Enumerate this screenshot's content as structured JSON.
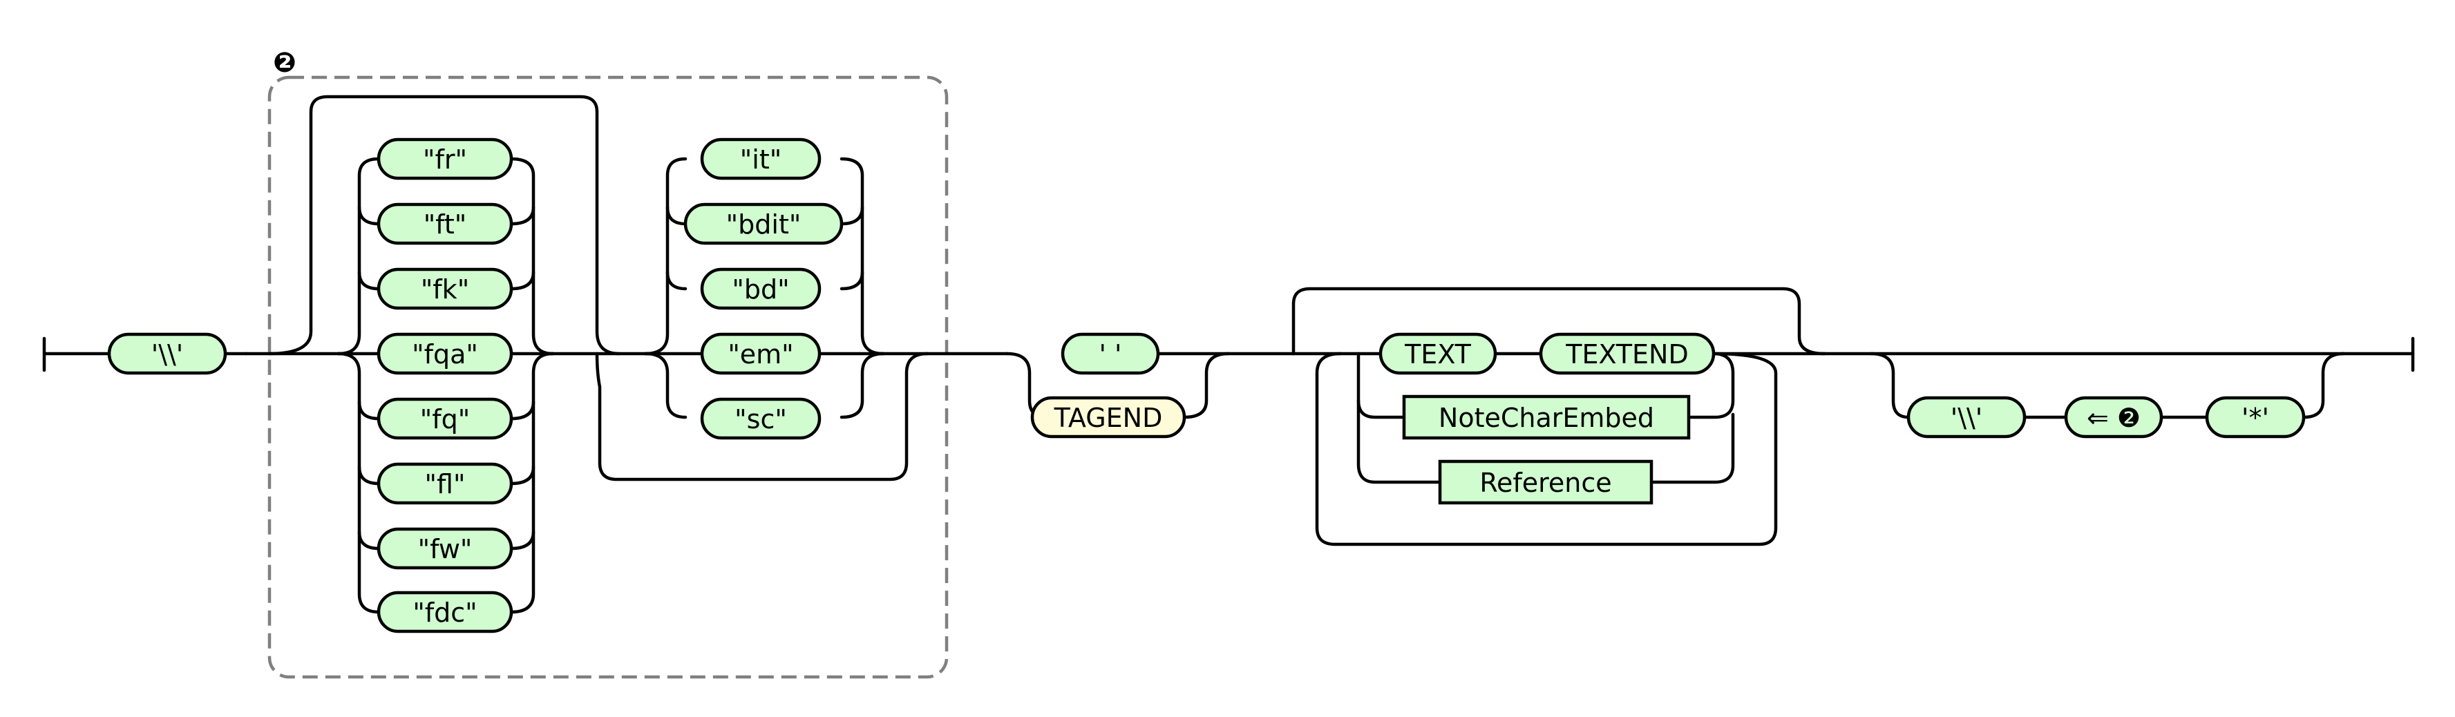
{
  "diagram": {
    "group_marker": "❷",
    "start_backslash": "'\\\\'",
    "group_a": [
      "\"fr\"",
      "\"ft\"",
      "\"fk\"",
      "\"fqa\"",
      "\"fq\"",
      "\"fl\"",
      "\"fw\"",
      "\"fdc\""
    ],
    "group_b": [
      "\"it\"",
      "\"bdit\"",
      "\"bd\"",
      "\"em\"",
      "\"sc\""
    ],
    "space": "' '",
    "tagend": "TAGEND",
    "text": "TEXT",
    "textend": "TEXTEND",
    "note_char_embed": "NoteCharEmbed",
    "reference": "Reference",
    "end_backslash": "'\\\\'",
    "backref": "⇐ ❷",
    "star": "'*'"
  }
}
